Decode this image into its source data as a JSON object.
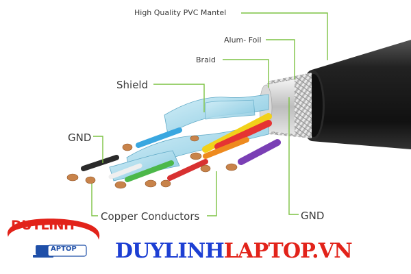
{
  "labels": {
    "mantel": "High Quality PVC Mantel",
    "foil": "Alum- Foil",
    "braid": "Braid",
    "shield": "Shield",
    "gnd_left": "GND",
    "copper": "Copper Conductors",
    "gnd_right": "GND"
  },
  "brand": {
    "logo_line1": "DUYLINH",
    "logo_line2": "APTOP",
    "site_part1": "DUYLINH",
    "site_part2": "LAPTOP.VN"
  },
  "colors": {
    "callout_line": "#7cc242",
    "mantel": "#1b1b1b",
    "shield_blue": "#a9dcec",
    "brand_blue": "#1d3fd3",
    "brand_red": "#e2231a",
    "wires": [
      "#f2d11a",
      "#e53333",
      "#3aa7e0",
      "#7a3fb5",
      "#ee8a1e",
      "#4cb84a",
      "#d83131",
      "#2a2a2a"
    ]
  }
}
